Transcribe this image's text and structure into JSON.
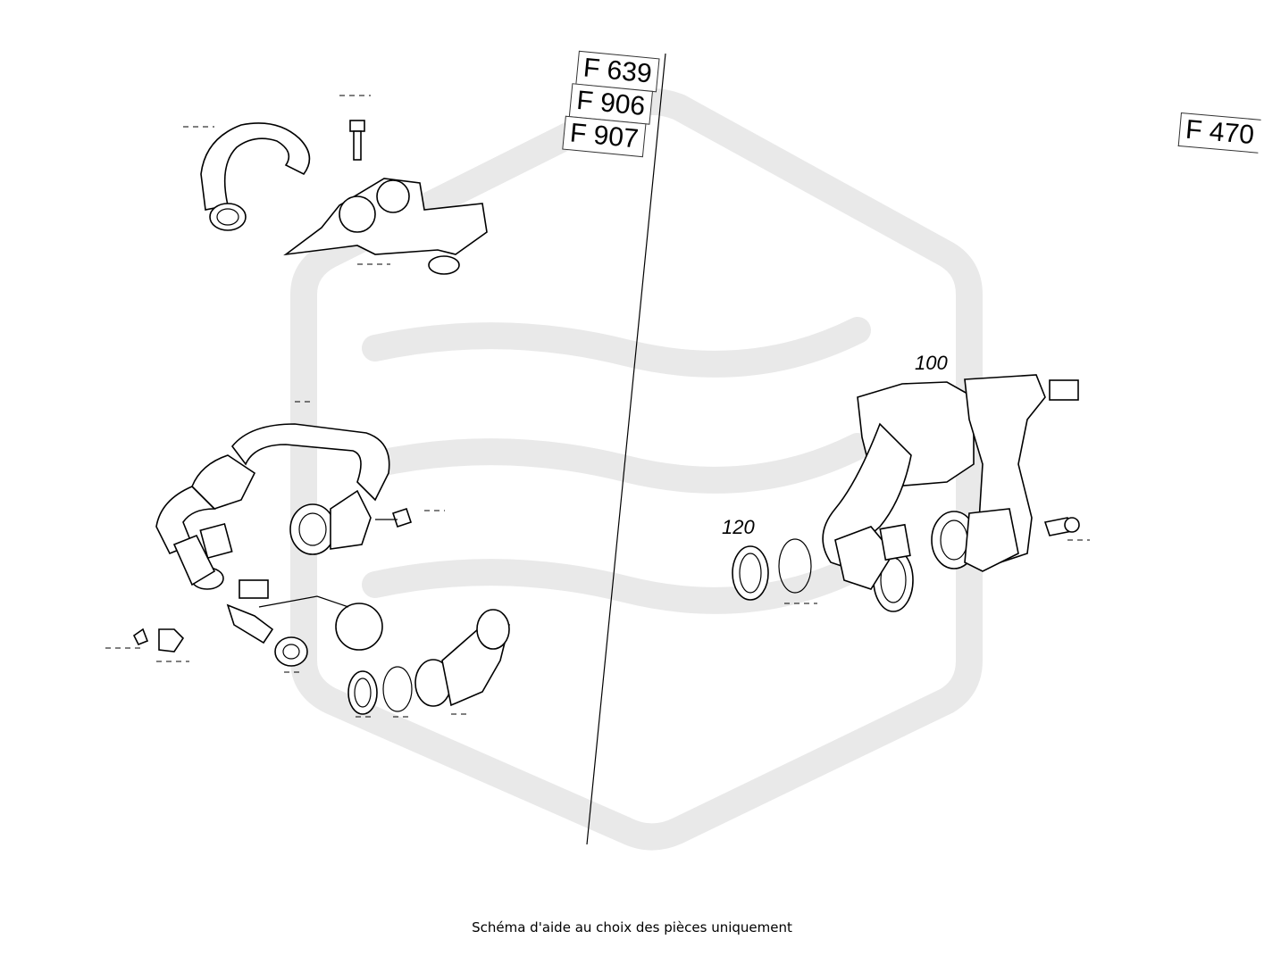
{
  "references_left": [
    "F 639",
    "F 906",
    "F 907"
  ],
  "reference_right": "F 470",
  "callouts": {
    "part_100": "100",
    "part_120": "120"
  },
  "footer": "Schéma d'aide au choix des pièces uniquement",
  "watermark_color": "#e6e6e6"
}
